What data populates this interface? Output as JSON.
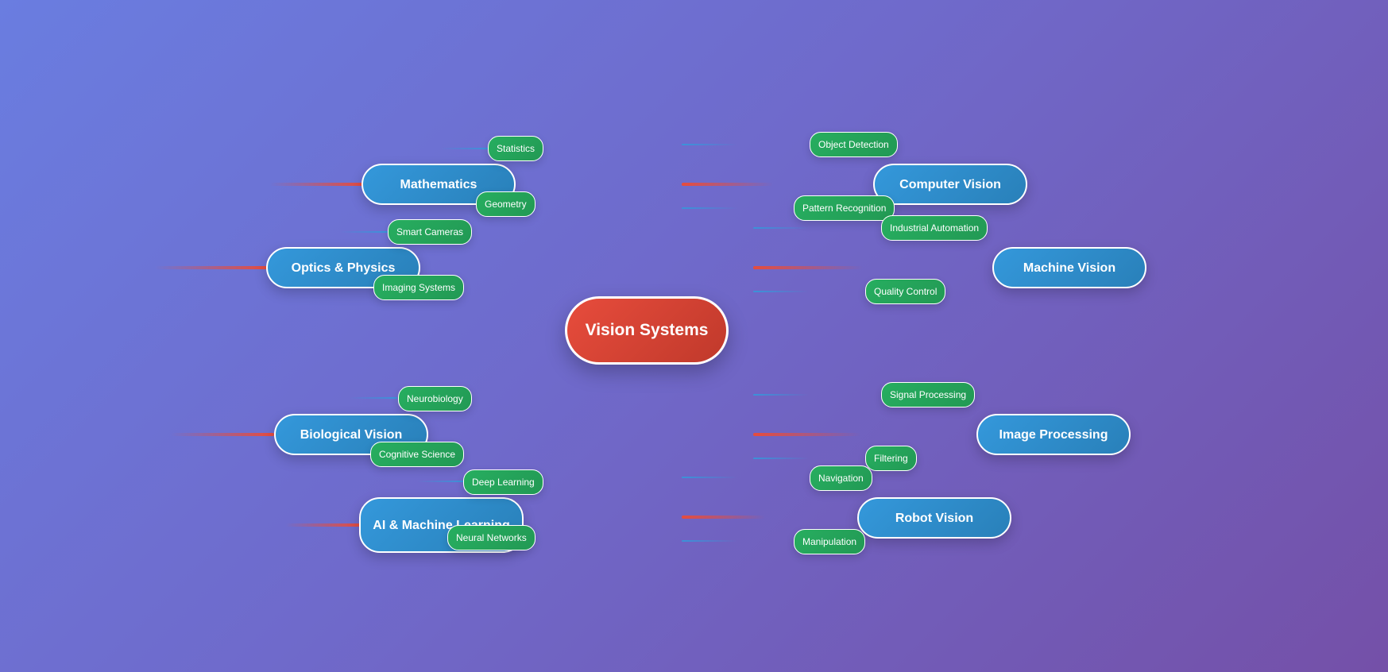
{
  "central": "Vision Systems",
  "branches": {
    "mathematics": {
      "label": "Mathematics",
      "subs": [
        "Statistics",
        "Geometry"
      ]
    },
    "optics": {
      "label": "Optics & Physics",
      "subs": [
        "Smart Cameras",
        "Imaging Systems"
      ]
    },
    "biological": {
      "label": "Biological Vision",
      "subs": [
        "Neurobiology",
        "Cognitive Science"
      ]
    },
    "ai": {
      "label": "AI & Machine Learning",
      "subs": [
        "Deep Learning",
        "Neural Networks"
      ]
    },
    "computer_vision": {
      "label": "Computer Vision",
      "subs": [
        "Object Detection",
        "Pattern Recognition"
      ]
    },
    "machine_vision": {
      "label": "Machine Vision",
      "subs": [
        "Industrial Automation",
        "Quality Control"
      ]
    },
    "image_processing": {
      "label": "Image Processing",
      "subs": [
        "Signal Processing",
        "Filtering"
      ]
    },
    "robot_vision": {
      "label": "Robot Vision",
      "subs": [
        "Navigation",
        "Manipulation"
      ]
    }
  },
  "colors": {
    "central": "#e74c3c",
    "main": "#3498db",
    "sub": "#27ae60",
    "background_start": "#6a7de0",
    "background_end": "#7450a8"
  }
}
